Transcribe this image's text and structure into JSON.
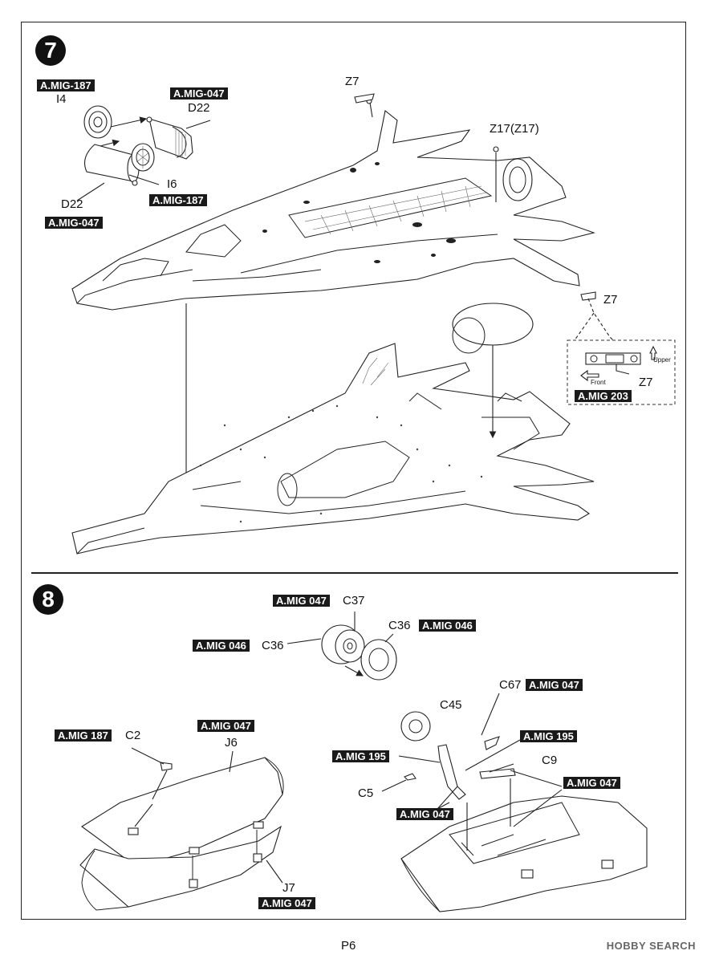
{
  "step7": {
    "number": "7",
    "parts": {
      "i4": "I4",
      "d22_top": "D22",
      "i6": "I6",
      "d22_bottom": "D22",
      "z7_top": "Z7",
      "z17": "Z17(Z17)",
      "z7_right": "Z7",
      "z7_inset": "Z7"
    },
    "tags": {
      "i4": "A.MIG-187",
      "d22_top": "A.MIG-047",
      "i6": "A.MIG-187",
      "d22_bottom": "A.MIG-047",
      "inset": "A.MIG 203"
    },
    "inset": {
      "upper": "Upper",
      "front": "Front"
    }
  },
  "step8": {
    "number": "8",
    "parts": {
      "c37": "C37",
      "c36_right": "C36",
      "c36_left": "C36",
      "c2": "C2",
      "j6": "J6",
      "j7": "J7",
      "c67": "C67",
      "c45": "C45",
      "c9": "C9",
      "c5": "C5"
    },
    "tags": {
      "c37": "A.MIG 047",
      "c36_right": "A.MIG 046",
      "c36_left": "A.MIG 046",
      "c2": "A.MIG 187",
      "j6": "A.MIG 047",
      "j7": "A.MIG 047",
      "c67": "A.MIG 047",
      "c195_right": "A.MIG 195",
      "c195_left": "A.MIG 195",
      "c9": "A.MIG 047",
      "c5": "A.MIG 047"
    }
  },
  "page": {
    "number": "P6"
  },
  "watermark": "HOBBY SEARCH",
  "colors": {
    "tag_bg": "#1a1a1a",
    "line": "#222222"
  }
}
